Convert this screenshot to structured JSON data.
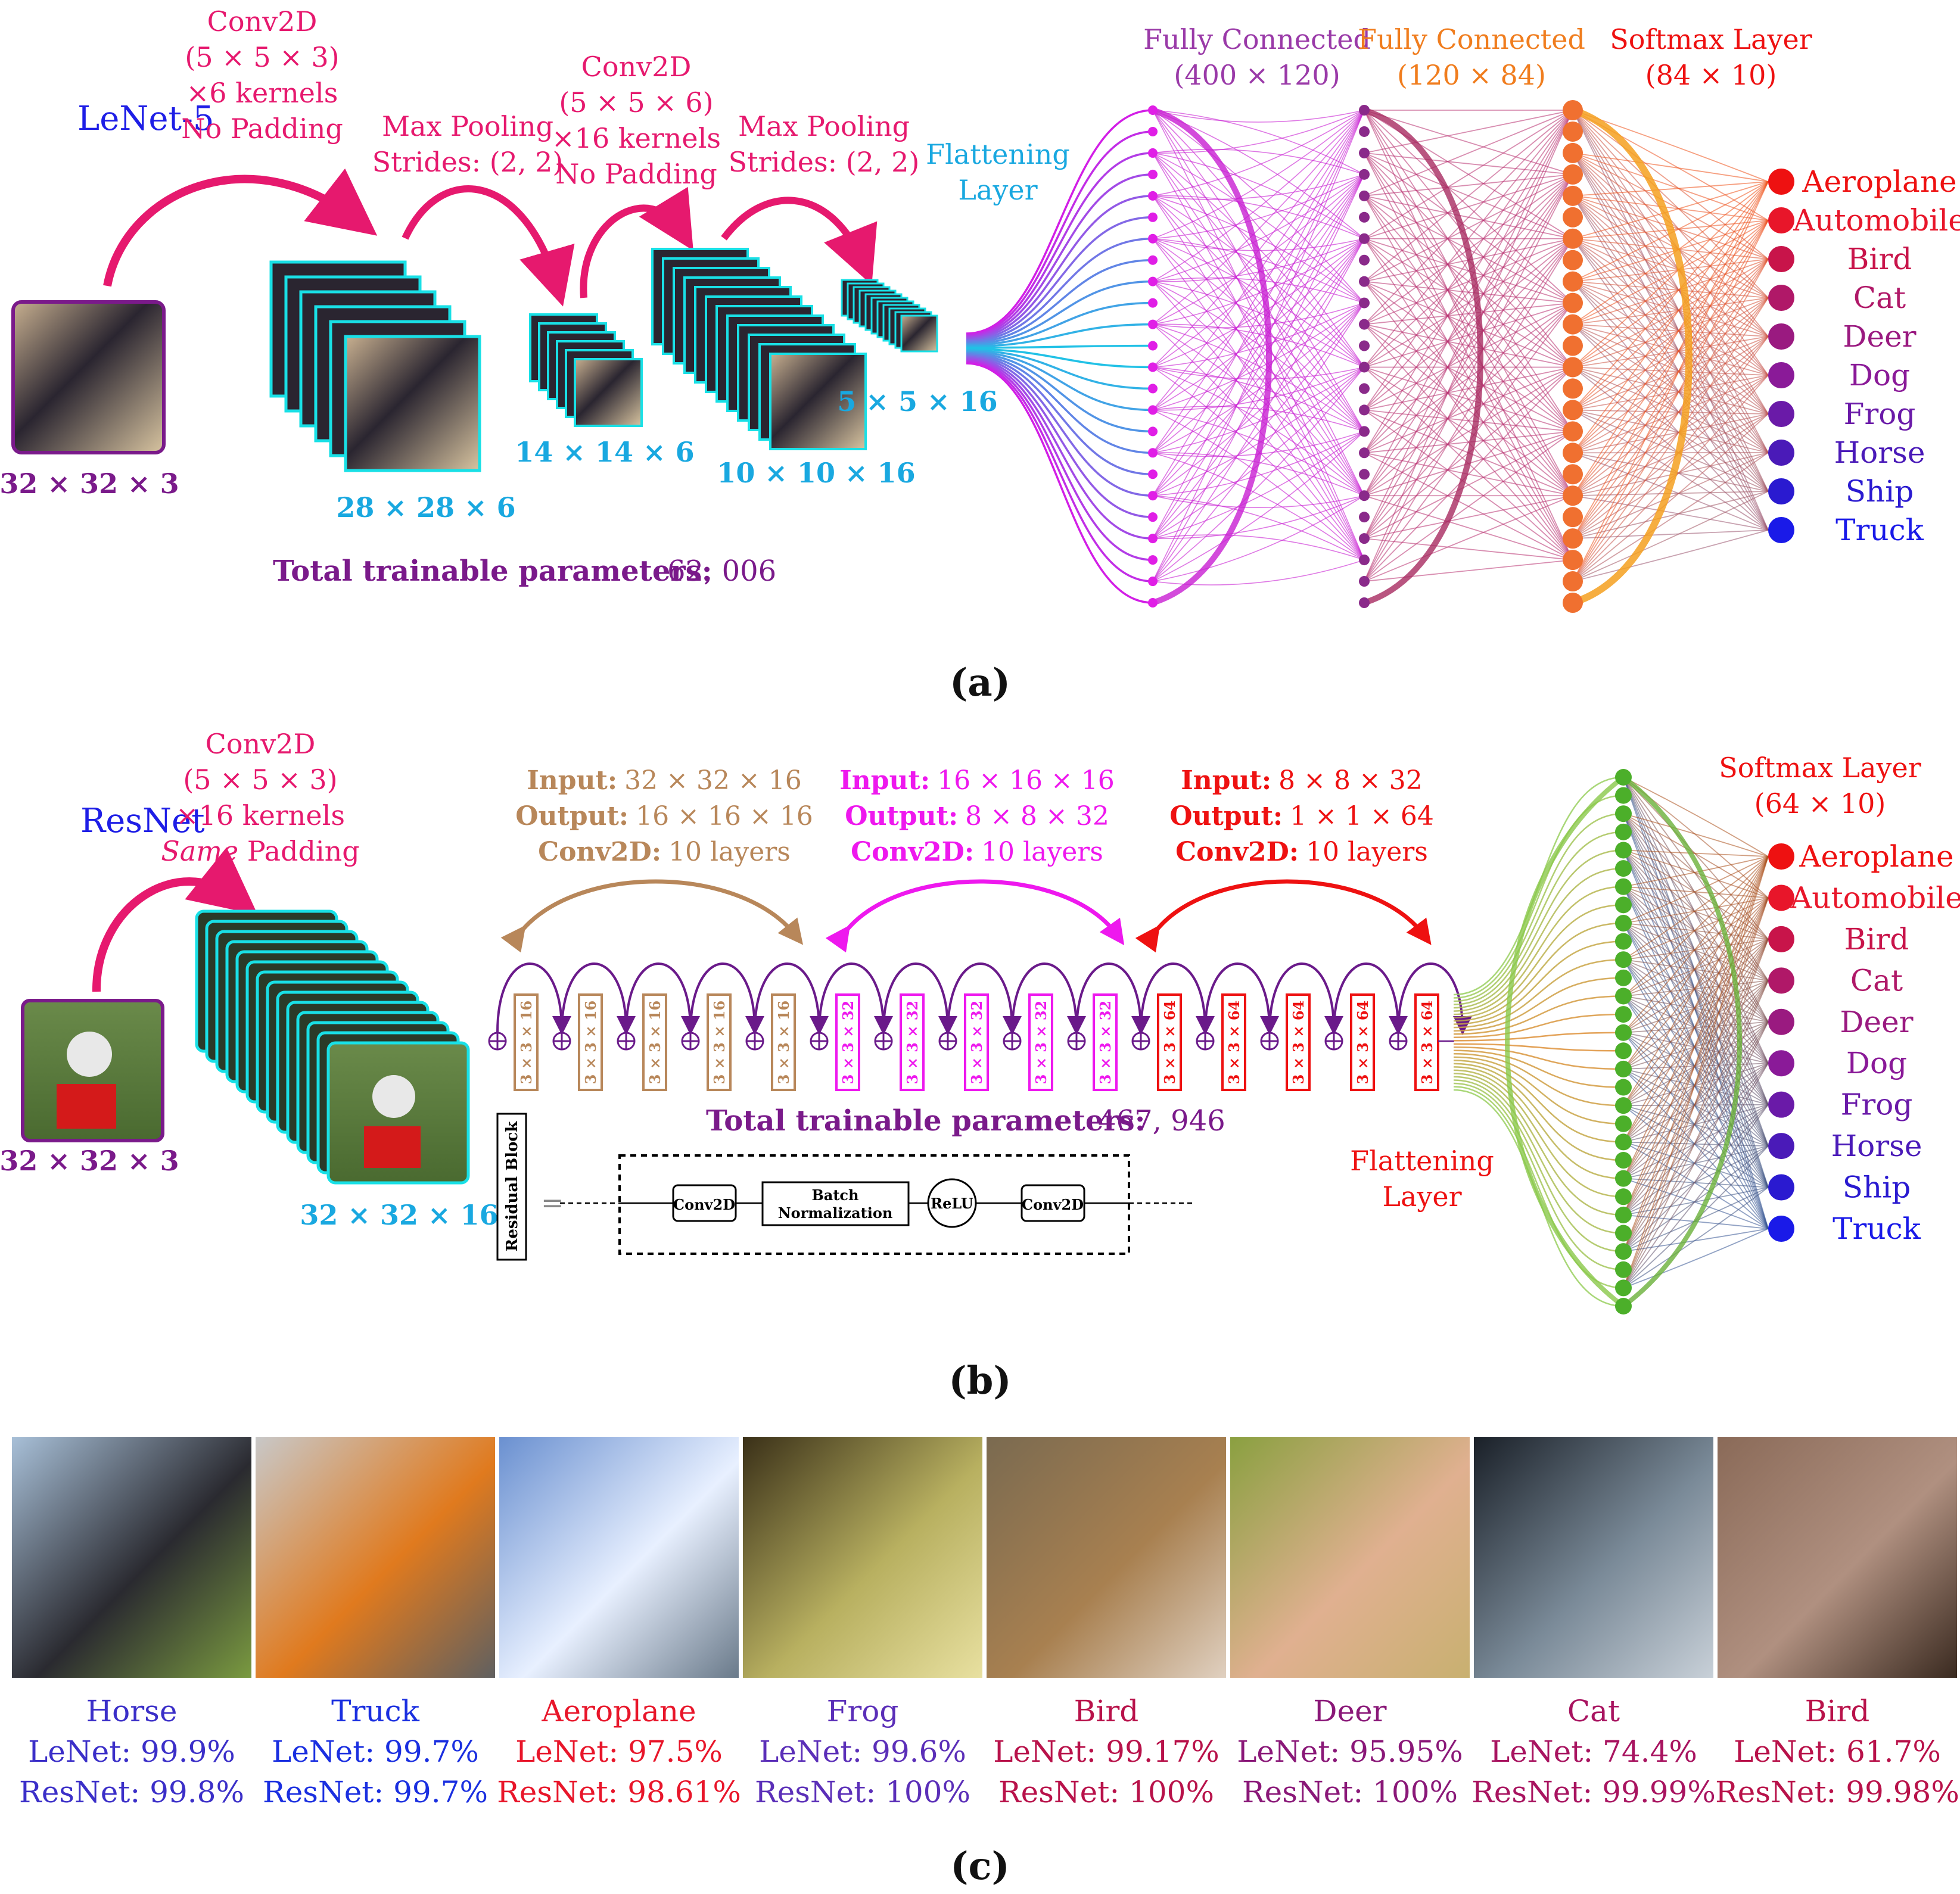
{
  "panel_a": {
    "model_name": "LeNet-5",
    "input_size": "32 × 32 × 3",
    "conv1": [
      "Conv2D",
      "(5 × 5 × 3)",
      "×6 kernels",
      "No Padding"
    ],
    "pool1": [
      "Max Pooling",
      "Strides: (2, 2)"
    ],
    "conv2": [
      "Conv2D",
      "(5 × 5 × 6)",
      "×16 kernels",
      "No Padding"
    ],
    "pool2": [
      "Max Pooling",
      "Strides: (2, 2)"
    ],
    "fmap1": "28 × 28 × 6",
    "fmap2": "14 × 14 × 6",
    "fmap3": "10 × 10 × 16",
    "fmap4": "5 × 5 × 16",
    "params_label": "Total trainable parameters:",
    "params_value": "62, 006",
    "flatten": [
      "Flattening",
      "Layer"
    ],
    "fc1": [
      "Fully Connected",
      "(400 × 120)"
    ],
    "fc2": [
      "Fully Connected",
      "(120 × 84)"
    ],
    "softmax": [
      "Softmax Layer",
      "(84 × 10)"
    ],
    "classes": [
      "Aeroplane",
      "Automobile",
      "Bird",
      "Cat",
      "Deer",
      "Dog",
      "Frog",
      "Horse",
      "Ship",
      "Truck"
    ],
    "caption": "(a)"
  },
  "panel_b": {
    "model_name": "ResNet",
    "input_size": "32 × 32 × 3",
    "conv1": [
      "Conv2D",
      "(5 × 5 × 3)",
      "×16 kernels",
      "Same",
      " Padding"
    ],
    "fmap1": "32 × 32 × 16",
    "stage1": {
      "input_label": "Input:",
      "input": "32 × 32 × 16",
      "output_label": "Output:",
      "output": "16 × 16 × 16",
      "conv_label": "Conv2D:",
      "conv": "10 layers"
    },
    "stage2": {
      "input_label": "Input:",
      "input": "16 × 16 × 16",
      "output_label": "Output:",
      "output": "8 × 8 × 32",
      "conv_label": "Conv2D:",
      "conv": "10 layers"
    },
    "stage3": {
      "input_label": "Input:",
      "input": "8 × 8 × 32",
      "output_label": "Output:",
      "output": "1 × 1 × 64",
      "conv_label": "Conv2D:",
      "conv": "10 layers"
    },
    "blocks": [
      "3 × 3 × 16",
      "3 × 3 × 16",
      "3 × 3 × 16",
      "3 × 3 × 16",
      "3 × 3 × 16",
      "3 × 3 × 32",
      "3 × 3 × 32",
      "3 × 3 × 32",
      "3 × 3 × 32",
      "3 × 3 × 32",
      "3 × 3 × 64",
      "3 × 3 × 64",
      "3 × 3 × 64",
      "3 × 3 × 64",
      "3 × 3 × 64"
    ],
    "params_label": "Total trainable parameters:",
    "params_value": "467, 946",
    "residual_block": "Residual Block",
    "res_parts": [
      "Conv2D",
      "Batch",
      "Normalization",
      "ReLU",
      "Conv2D"
    ],
    "flatten": [
      "Flattening",
      "Layer"
    ],
    "softmax": [
      "Softmax Layer",
      "(64 × 10)"
    ],
    "classes": [
      "Aeroplane",
      "Automobile",
      "Bird",
      "Cat",
      "Deer",
      "Dog",
      "Frog",
      "Horse",
      "Ship",
      "Truck"
    ],
    "caption": "(b)"
  },
  "panel_c": {
    "items": [
      {
        "name": "Horse",
        "lenet": "LeNet: 99.9%",
        "resnet": "ResNet: 99.8%",
        "color": "#3b2fc8"
      },
      {
        "name": "Truck",
        "lenet": "LeNet: 99.7%",
        "resnet": "ResNet: 99.7%",
        "color": "#1a2fe0"
      },
      {
        "name": "Aeroplane",
        "lenet": "LeNet: 97.5%",
        "resnet": "ResNet: 98.61%",
        "color": "#e8162a"
      },
      {
        "name": "Frog",
        "lenet": "LeNet: 99.6%",
        "resnet": "ResNet: 100%",
        "color": "#5b2fb8"
      },
      {
        "name": "Bird",
        "lenet": "LeNet: 99.17%",
        "resnet": "ResNet: 100%",
        "color": "#b8124a"
      },
      {
        "name": "Deer",
        "lenet": "LeNet: 95.95%",
        "resnet": "ResNet: 100%",
        "color": "#8a1878"
      },
      {
        "name": "Cat",
        "lenet": "LeNet: 74.4%",
        "resnet": "ResNet: 99.99%",
        "color": "#a81460"
      },
      {
        "name": "Bird",
        "lenet": "LeNet: 61.7%",
        "resnet": "ResNet: 99.98%",
        "color": "#b8124a"
      }
    ],
    "caption": "(c)"
  },
  "colors": {
    "magenta": "#e6196e",
    "blue": "#1e1ee6",
    "cyan": "#19a8e0",
    "purple": "#7a1a8a",
    "tan": "#b8875a",
    "pink": "#ee18ee",
    "red": "#ee1111",
    "orange": "#f07d1e",
    "green": "#4caf2a"
  }
}
